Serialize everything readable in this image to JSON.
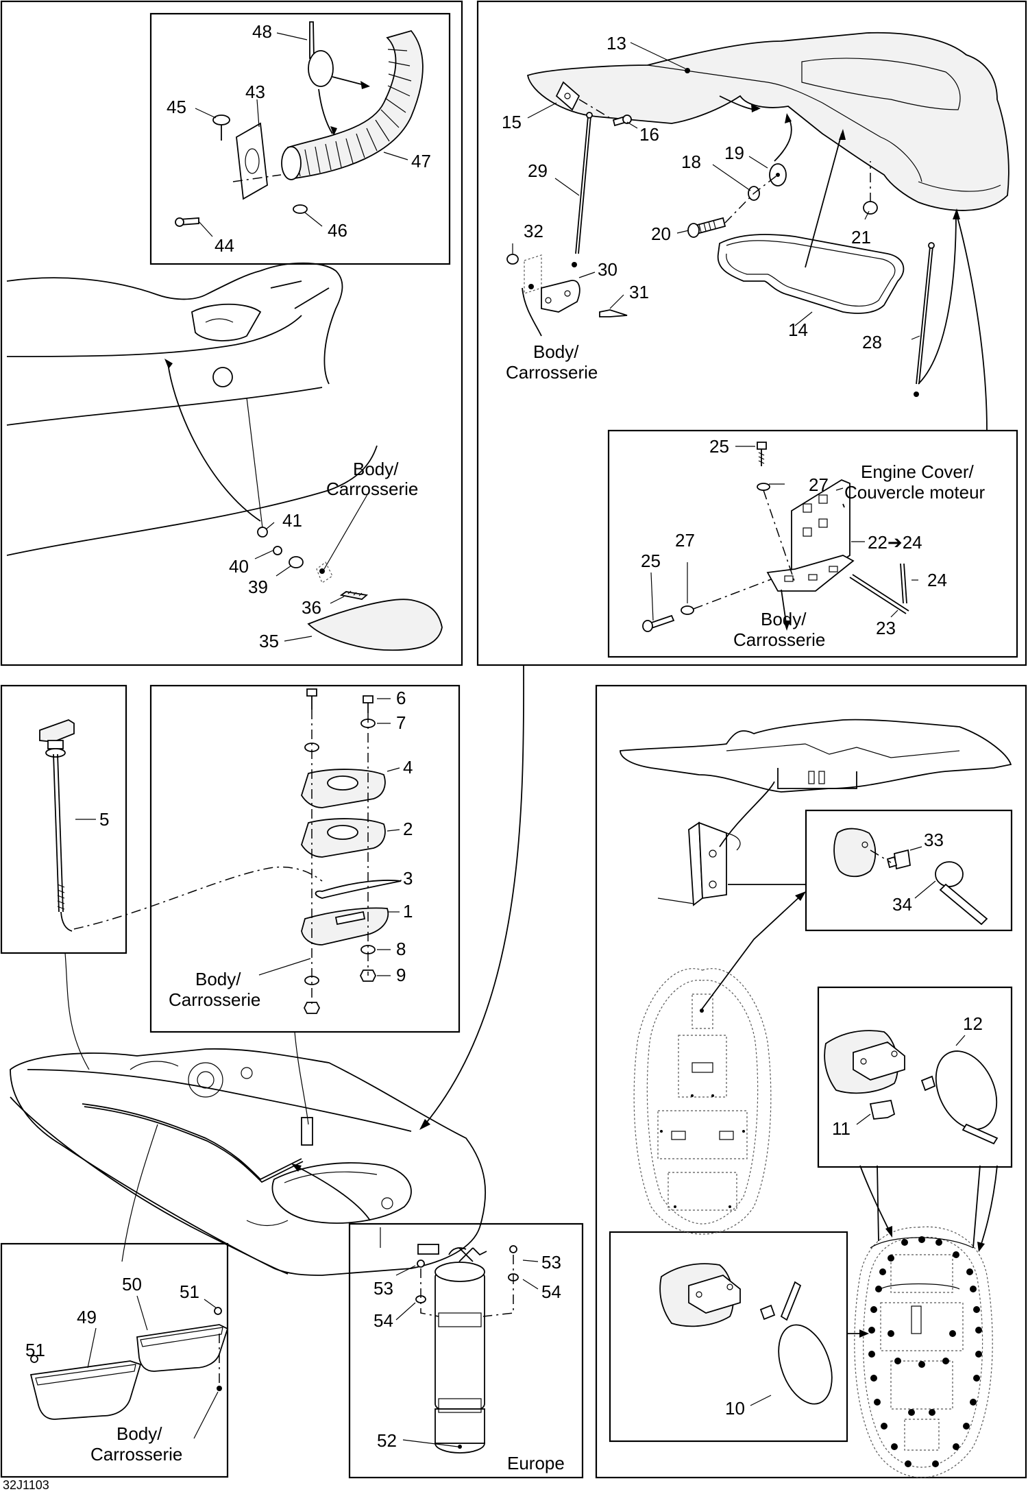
{
  "figure_code": "32J1103",
  "labels": {
    "n1": "1",
    "n2": "2",
    "n3": "3",
    "n4": "4",
    "n5": "5",
    "n6": "6",
    "n7": "7",
    "n8": "8",
    "n9": "9",
    "n10": "10",
    "n11": "11",
    "n12": "12",
    "n13": "13",
    "n14": "14",
    "n15": "15",
    "n16": "16",
    "n18": "18",
    "n19": "19",
    "n20": "20",
    "n21": "21",
    "n22": "22➔24",
    "n23": "23",
    "n24": "24",
    "n25a": "25",
    "n25b": "25",
    "n27a": "27",
    "n27b": "27",
    "n28": "28",
    "n29": "29",
    "n30": "30",
    "n31": "31",
    "n32": "32",
    "n33": "33",
    "n34": "34",
    "n35": "35",
    "n36": "36",
    "n39": "39",
    "n40": "40",
    "n41": "41",
    "n43": "43",
    "n44": "44",
    "n45": "45",
    "n46": "46",
    "n47": "47",
    "n48": "48",
    "n49": "49",
    "n50": "50",
    "n51a": "51",
    "n51b": "51",
    "n52": "52",
    "n53a": "53",
    "n53b": "53",
    "n54a": "54",
    "n54b": "54"
  },
  "body_label": {
    "line1": "Body/",
    "line2": "Carrosserie"
  },
  "engine_cover_label": {
    "line1": "Engine Cover/",
    "line2": "Couvercle moteur"
  },
  "europe_label": "Europe"
}
